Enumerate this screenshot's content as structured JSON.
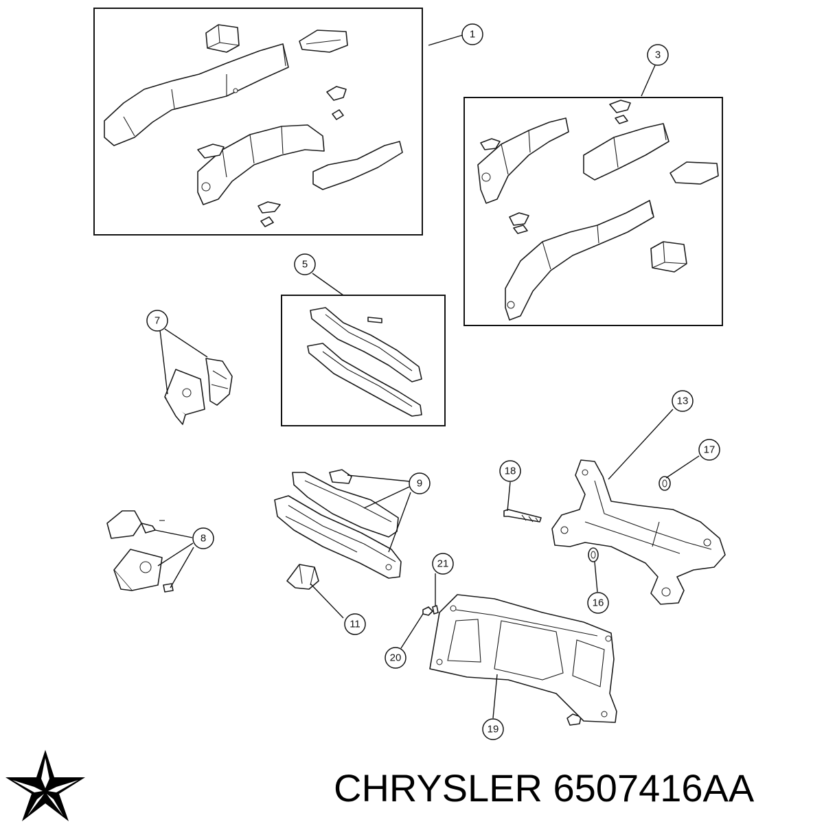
{
  "brand": {
    "name": "CHRYSLER",
    "part_number": "6507416AA",
    "logo_icon": "chrysler-pentastar-icon",
    "text_color": "#000000"
  },
  "callouts": [
    {
      "id": "callout-1",
      "label": "1"
    },
    {
      "id": "callout-3",
      "label": "3"
    },
    {
      "id": "callout-5",
      "label": "5"
    },
    {
      "id": "callout-7",
      "label": "7"
    },
    {
      "id": "callout-8",
      "label": "8"
    },
    {
      "id": "callout-9",
      "label": "9"
    },
    {
      "id": "callout-11",
      "label": "11"
    },
    {
      "id": "callout-13",
      "label": "13"
    },
    {
      "id": "callout-16",
      "label": "16"
    },
    {
      "id": "callout-17",
      "label": "17"
    },
    {
      "id": "callout-18",
      "label": "18"
    },
    {
      "id": "callout-19",
      "label": "19"
    },
    {
      "id": "callout-20",
      "label": "20"
    },
    {
      "id": "callout-21",
      "label": "21"
    }
  ]
}
